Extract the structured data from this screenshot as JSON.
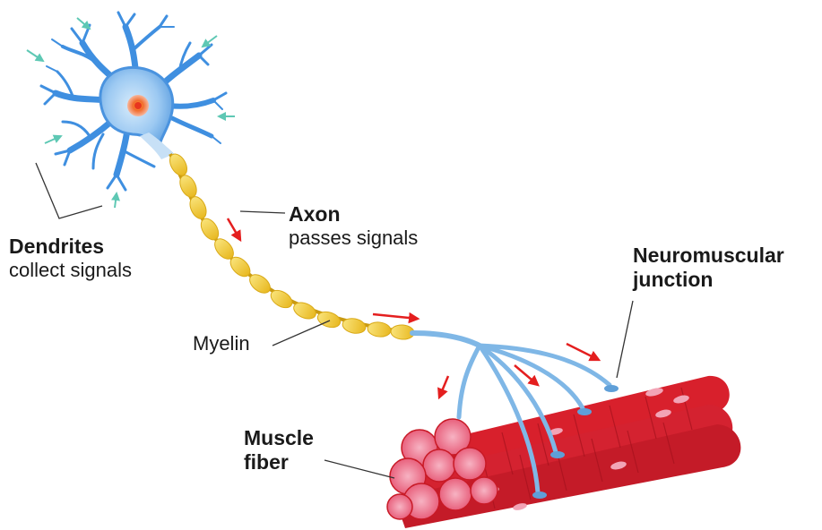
{
  "labels": {
    "dendrites": {
      "title": "Dendrites",
      "subtitle": "collect signals"
    },
    "axon": {
      "title": "Axon",
      "subtitle": "passes signals"
    },
    "myelin": {
      "title": "Myelin"
    },
    "neuromuscular_junction": {
      "title_line1": "Neuromuscular",
      "title_line2": "junction"
    },
    "muscle_fiber": {
      "title_line1": "Muscle",
      "title_line2": "fiber"
    }
  },
  "colors": {
    "dendrite_blue": "#3f8fe0",
    "soma_blue": "#9cc9f2",
    "nucleus": "#f04a2a",
    "myelin_yellow": "#f4cf3c",
    "axon_terminal": "#7fb7e6",
    "muscle_red": "#d8202c",
    "muscle_pink": "#f2a4b6",
    "signal_arrow_red": "#e41f1f",
    "input_arrow_teal": "#5ec8b4",
    "leader_line": "#333333"
  }
}
